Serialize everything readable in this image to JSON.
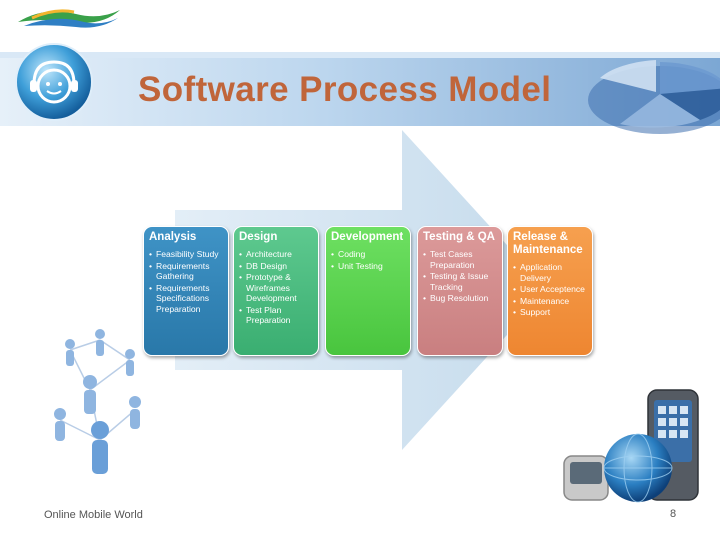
{
  "slide": {
    "title": "Software Process Model",
    "footer_text": "Online Mobile World",
    "page_number": "8"
  },
  "phases": [
    {
      "title": "Analysis",
      "color": "#2f86ba",
      "items": [
        "Feasibility Study",
        "Requirements Gathering",
        "Requirements Specifications Preparation"
      ]
    },
    {
      "title": "Design",
      "color": "#4bba7d",
      "items": [
        "Architecture",
        "DB Design",
        "Prototype & Wireframes Development",
        "Test Plan Preparation"
      ]
    },
    {
      "title": "Development",
      "color": "#5cd24f",
      "items": [
        "Coding",
        "Unit Testing"
      ]
    },
    {
      "title": "Testing & QA",
      "color": "#d38c8d",
      "items": [
        "Test Cases Preparation",
        "Testing & Issue Tracking",
        "Bug Resolution"
      ]
    },
    {
      "title": "Release & Maintenance",
      "color": "#f2913d",
      "items": [
        "Application Delivery",
        "User Acceptence",
        "Maintenance",
        "Support"
      ]
    }
  ]
}
